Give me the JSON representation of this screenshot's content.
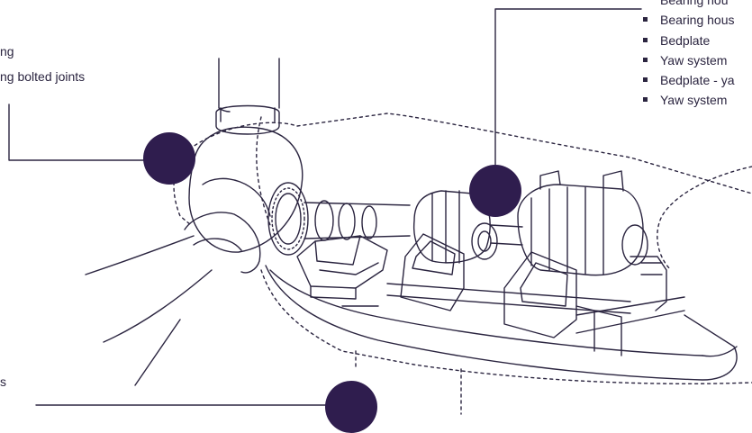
{
  "colors": {
    "line": "#2b2540",
    "marker": "#2f1d4e",
    "background": "#ffffff"
  },
  "left_callout": {
    "lines": [
      "ng",
      "ng bolted joints"
    ]
  },
  "bottom_left_callout": {
    "text": "s"
  },
  "right_list": {
    "items": [
      {
        "label": "Bearing hou",
        "partial": true
      },
      {
        "label": "Bearing hous"
      },
      {
        "label": "Bedplate"
      },
      {
        "label": "Yaw system"
      },
      {
        "label": "Bedplate - ya"
      },
      {
        "label": "Yaw system"
      }
    ]
  },
  "markers": [
    {
      "name": "hub-marker"
    },
    {
      "name": "drivetrain-marker"
    },
    {
      "name": "bedplate-marker"
    }
  ]
}
